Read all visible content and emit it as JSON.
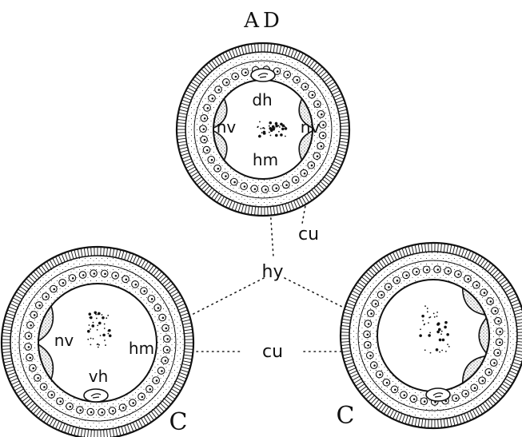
{
  "ink_color": "#111111",
  "paper_color": "#ffffff",
  "labels": {
    "top_section": "AD",
    "left_section": "C",
    "right_section": "C",
    "dorsal_hypodermis": "dh",
    "nerve_left_top": "nv",
    "nerve_right_top": "nv",
    "hypodermis_mid_top": "hm",
    "cuticle_top": "cu",
    "hypodermis_center": "hy",
    "nerve_left": "nv",
    "hypodermis_mid_left": "hm",
    "ventral_hypodermis": "vh",
    "cuticle_center": "cu"
  }
}
